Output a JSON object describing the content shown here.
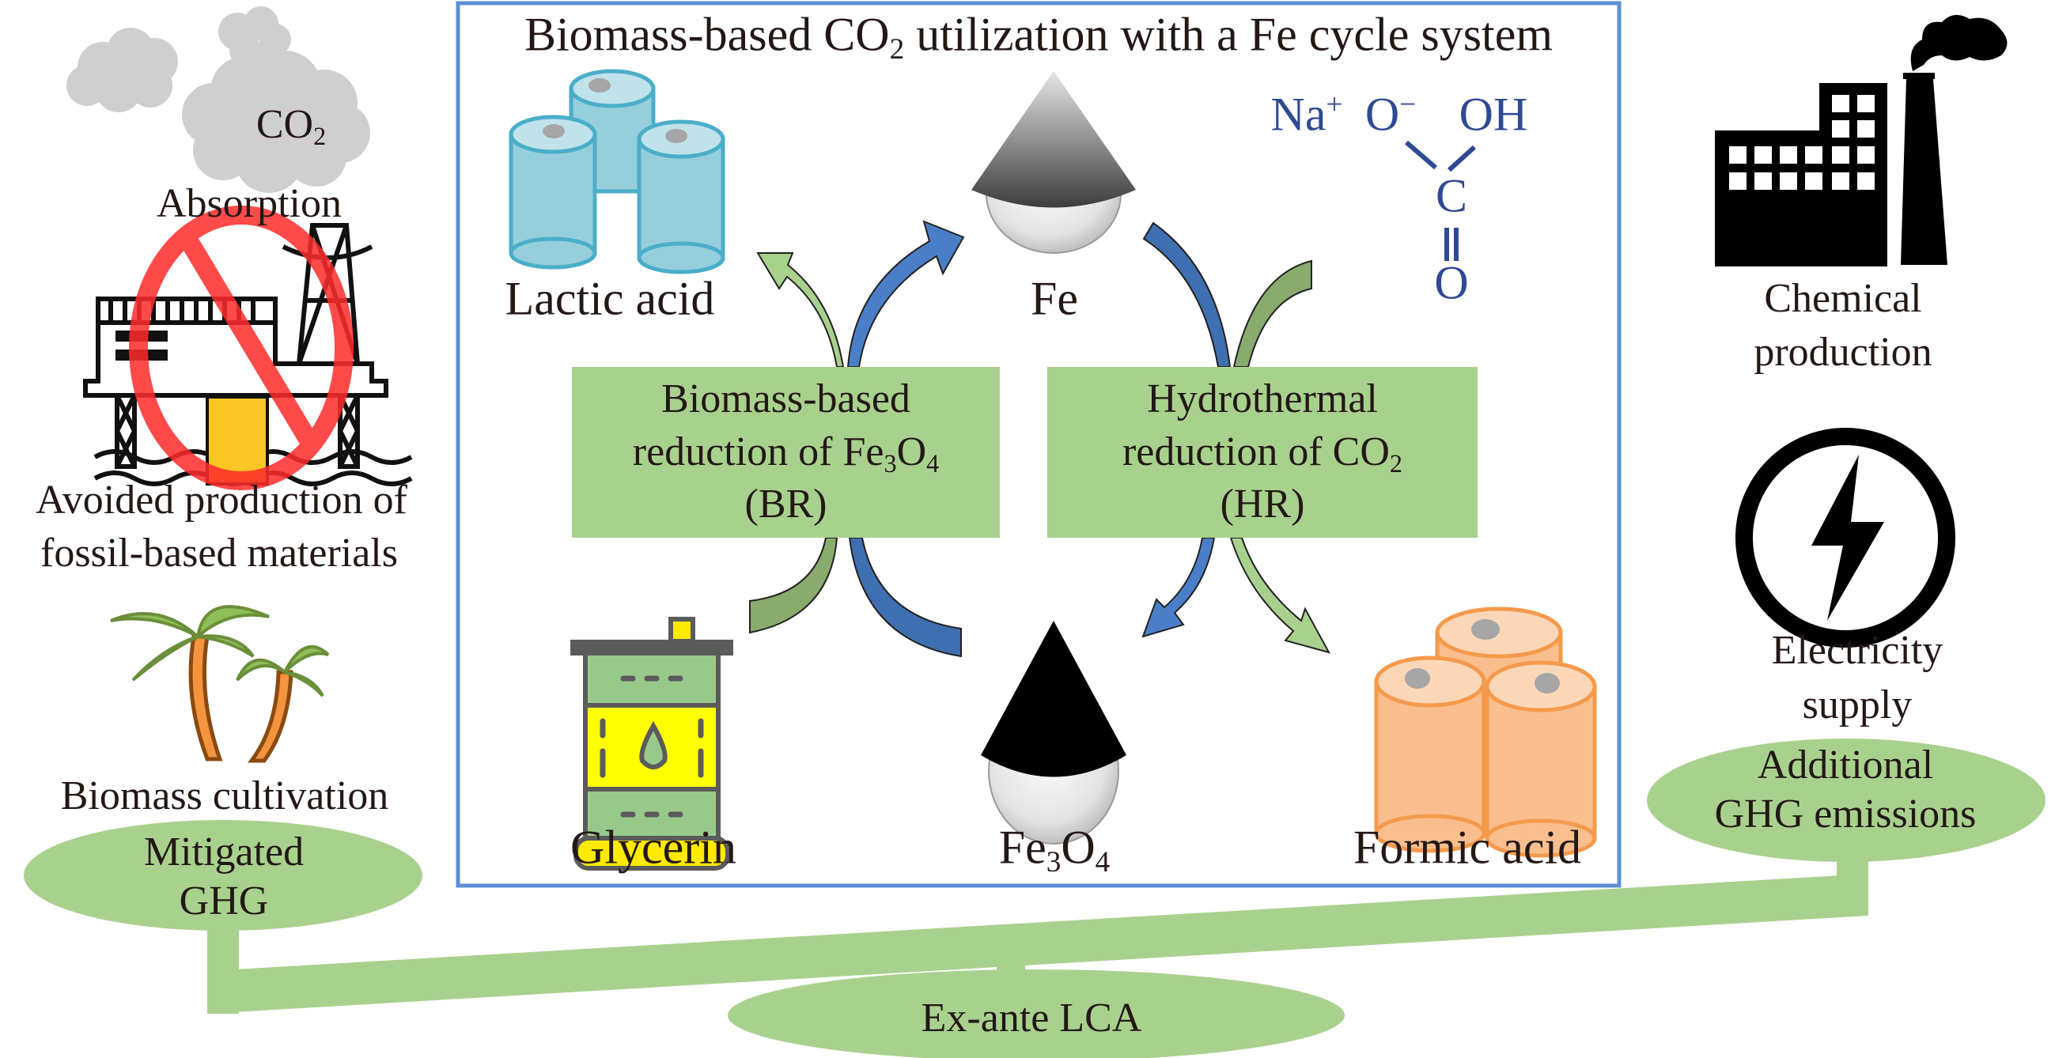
{
  "figure": {
    "title": "Biomass-based CO2 utilization with a Fe cycle system",
    "title_parts": {
      "pre": "Biomass-based CO",
      "sub": "2",
      "post": " utilization with a Fe cycle system"
    }
  },
  "left_panel": {
    "cloud_label": {
      "text": "CO",
      "sub": "2"
    },
    "absorption": "Absorption",
    "avoided_line1": "Avoided production of",
    "avoided_line2": "fossil-based materials",
    "cultivation": "Biomass cultivation",
    "mitigated_line1": "Mitigated",
    "mitigated_line2": "GHG"
  },
  "right_panel": {
    "chemical_line1": "Chemical",
    "chemical_line2": "production",
    "electricity_line1": "Electricity",
    "electricity_line2": "supply",
    "additional_line1": "Additional",
    "additional_line2": "GHG emissions"
  },
  "cycle": {
    "lactic_acid": "Lactic acid",
    "fe": "Fe",
    "glycerin": "Glycerin",
    "fe3o4": {
      "a": "Fe",
      "s1": "3",
      "b": "O",
      "s2": "4"
    },
    "formic_acid": "Formic acid",
    "br_box": {
      "line1": "Biomass-based",
      "line2_pre": "reduction of Fe",
      "line2_s1": "3",
      "line2_mid": "O",
      "line2_s2": "4",
      "line3": "(BR)"
    },
    "hr_box": {
      "line1": "Hydrothermal",
      "line2_pre": "reduction of CO",
      "line2_s1": "2",
      "line3": "(HR)"
    },
    "molecule": {
      "na": "Na",
      "na_charge": "+",
      "o_minus": "O",
      "o_charge": "−",
      "oh": "OH",
      "c": "C",
      "o": "O"
    }
  },
  "balance": {
    "center_label": "Ex-ante LCA"
  },
  "colors": {
    "frame_blue": "#5b8fd6",
    "box_green": "#a9d18e",
    "molecule_blue": "#2f4a93",
    "arrow_blue": "#4a7fc8",
    "arrow_green": "#8aab6e"
  }
}
